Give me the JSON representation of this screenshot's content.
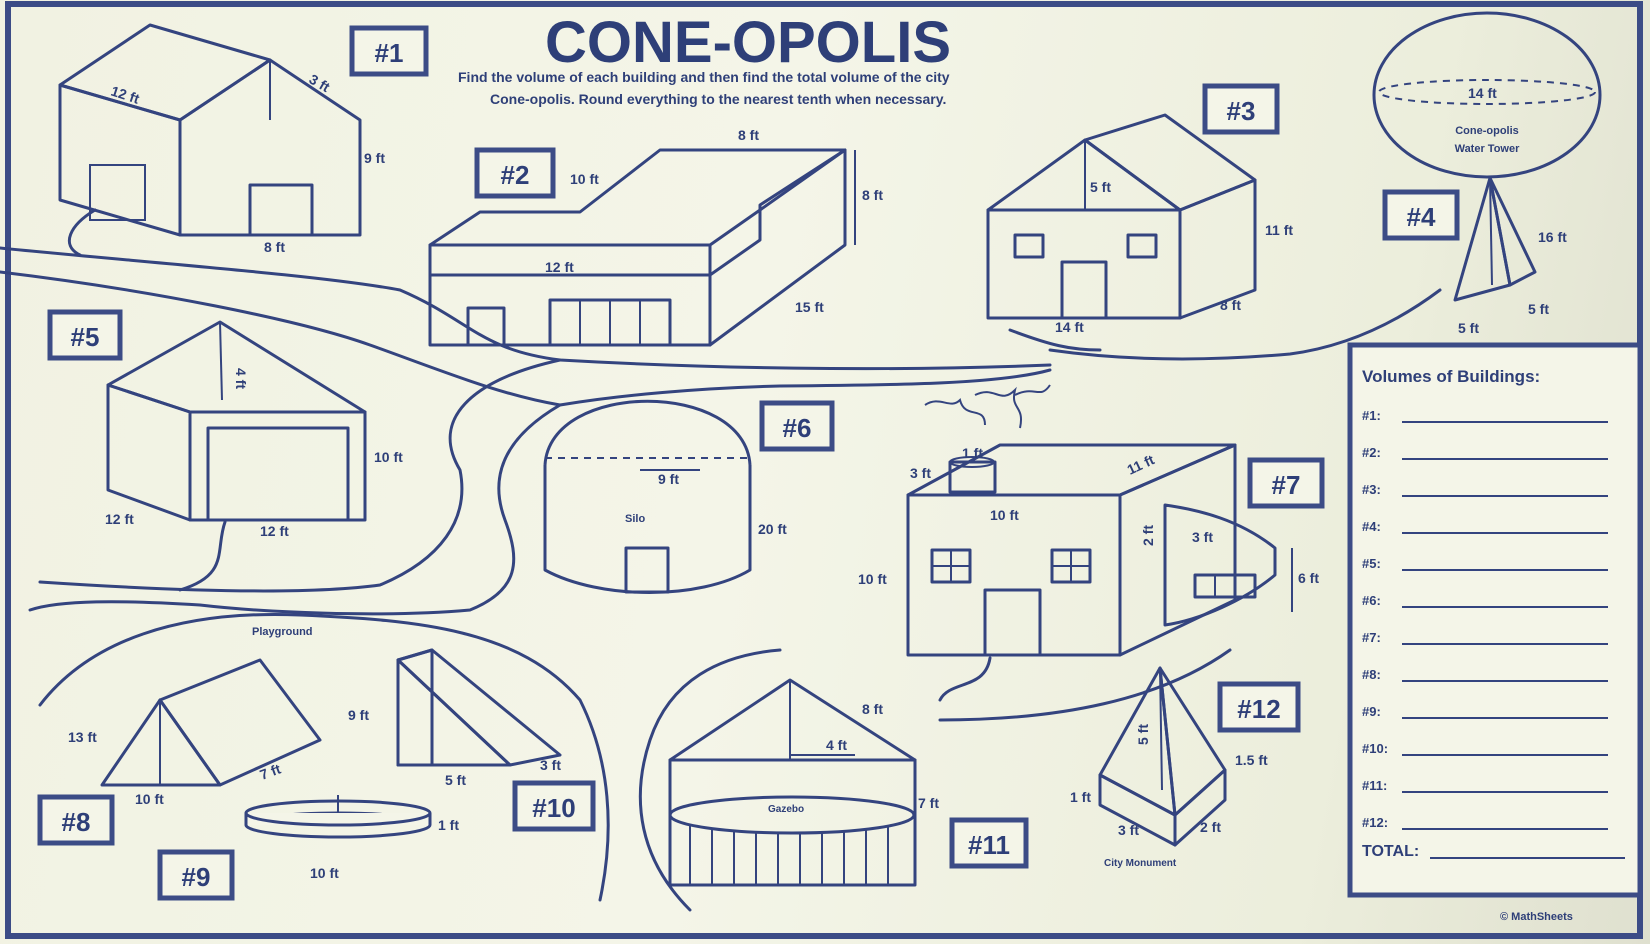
{
  "worksheet": {
    "title": "CONE-OPOLIS",
    "instructions_line1": "Find the volume of each building and then find the total volume of the city",
    "instructions_line2": "Cone-opolis. Round everything to the nearest tenth when necessary.",
    "playground_label": "Playground",
    "copyright": "© MathSheets"
  },
  "buildings": {
    "b1": {
      "num": "#1",
      "dims": [
        "12 ft",
        "3 ft",
        "9 ft",
        "8 ft"
      ]
    },
    "b2": {
      "num": "#2",
      "dims": [
        "8 ft",
        "10 ft",
        "8 ft",
        "12 ft",
        "15 ft"
      ]
    },
    "b3": {
      "num": "#3",
      "dims": [
        "5 ft",
        "11 ft",
        "8 ft",
        "14 ft"
      ]
    },
    "b4": {
      "num": "#4",
      "dims": [
        "14 ft",
        "16 ft",
        "5 ft",
        "5 ft"
      ],
      "label_line1": "Cone-opolis",
      "label_line2": "Water Tower"
    },
    "b5": {
      "num": "#5",
      "dims": [
        "4 ft",
        "10 ft",
        "12 ft",
        "12 ft"
      ]
    },
    "b6": {
      "num": "#6",
      "dims": [
        "9 ft",
        "20 ft"
      ],
      "label": "Silo"
    },
    "b7": {
      "num": "#7",
      "dims": [
        "1 ft",
        "3 ft",
        "11 ft",
        "10 ft",
        "2 ft",
        "3 ft",
        "6 ft",
        "10 ft"
      ]
    },
    "b8": {
      "num": "#8",
      "dims": [
        "13 ft",
        "7 ft",
        "10 ft"
      ]
    },
    "b9": {
      "num": "#9",
      "dims": [
        "1 ft",
        "10 ft"
      ]
    },
    "b10": {
      "num": "#10",
      "dims": [
        "9 ft",
        "5 ft",
        "3 ft"
      ]
    },
    "b11": {
      "num": "#11",
      "dims": [
        "8 ft",
        "4 ft",
        "7 ft"
      ],
      "label": "Gazebo"
    },
    "b12": {
      "num": "#12",
      "dims": [
        "5 ft",
        "1 ft",
        "1.5 ft",
        "3 ft",
        "2 ft"
      ],
      "label": "City Monument"
    }
  },
  "volumes_panel": {
    "heading": "Volumes of Buildings:",
    "rows": [
      "#1:",
      "#2:",
      "#3:",
      "#4:",
      "#5:",
      "#6:",
      "#7:",
      "#8:",
      "#9:",
      "#10:",
      "#11:",
      "#12:"
    ],
    "total": "TOTAL:"
  },
  "colors": {
    "ink": "#34447f",
    "paper": "#f4f5e8"
  }
}
